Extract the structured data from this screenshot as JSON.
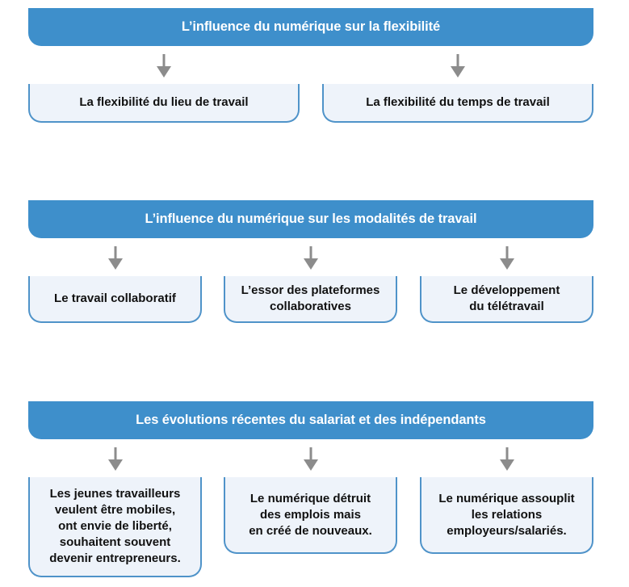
{
  "colors": {
    "banner": "#3e8fcb",
    "box_fill": "#eef3fa",
    "box_border": "#4f93c9",
    "arrow": "#8c8c8c"
  },
  "sections": [
    {
      "title": "L’influence du numérique sur la flexibilité",
      "boxes": [
        "La flexibilité du lieu de travail",
        "La flexibilité du temps de travail"
      ]
    },
    {
      "title": "L’influence du numérique sur les modalités de travail",
      "boxes": [
        "Le travail collaboratif",
        "L’essor des plateformes\ncollaboratives",
        "Le développement\ndu télétravail"
      ]
    },
    {
      "title": "Les évolutions récentes du salariat et des indépendants",
      "boxes": [
        "Les jeunes travailleurs\nveulent être mobiles,\nont envie de liberté,\nsouhaitent souvent\ndevenir entrepreneurs.",
        "Le numérique détruit\ndes emplois mais\nen créé de nouveaux.",
        "Le numérique assouplit\nles relations\nemployeurs/salariés."
      ]
    }
  ]
}
